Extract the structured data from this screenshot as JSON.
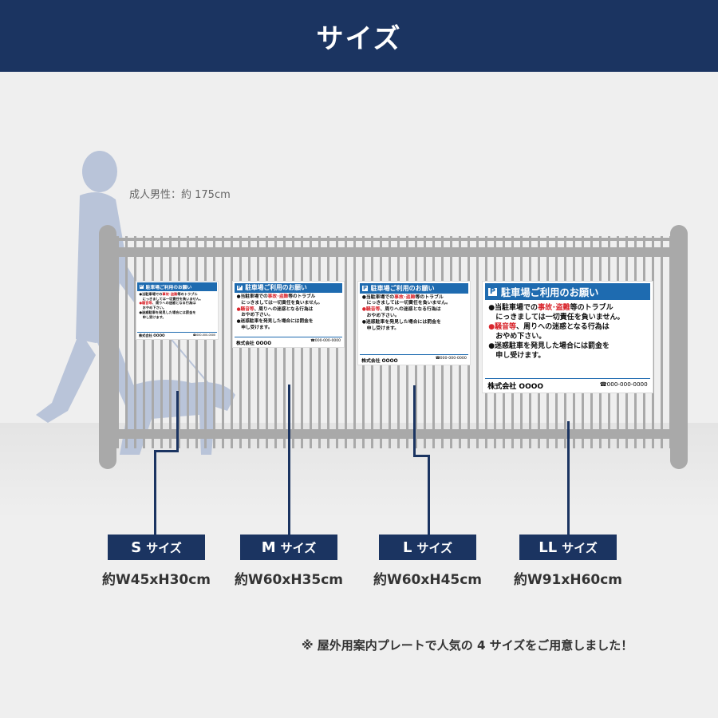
{
  "header": {
    "title": "サイズ"
  },
  "height_note": "成人男性：約 175cm",
  "sign": {
    "p_icon": "P",
    "title": "駐車場ご利用のお願い",
    "l1a": "●当駐車場での",
    "l1red": "事故･盗難",
    "l1b": "等のトラブル",
    "l2": "にっきましては一切責任を負いません。",
    "l3red": "●騒音等",
    "l3b": "、周りへの迷惑となる行為は",
    "l4": "おやめ下さい。",
    "l5": "●迷惑駐車を発見した場合には罰金を",
    "l6": "申し受けます。",
    "company": "株式会社 OOOO",
    "tel": "☎000-000-0000"
  },
  "sizes": [
    {
      "letter": "S",
      "suffix": "サイズ",
      "dimensions": "約W45xH30cm"
    },
    {
      "letter": "M",
      "suffix": "サイズ",
      "dimensions": "約W60xH35cm"
    },
    {
      "letter": "L",
      "suffix": "サイズ",
      "dimensions": "約W60xH45cm"
    },
    {
      "letter": "LL",
      "suffix": "サイズ",
      "dimensions": "約W91xH60cm"
    }
  ],
  "footnote": "※ 屋外用案内プレートで人気の 4 サイズをご用意しました！",
  "colors": {
    "navy": "#1b3461",
    "sign_blue": "#1e6bb0",
    "warning_red": "#d9272e",
    "fence_gray": "#a9a9a9"
  }
}
